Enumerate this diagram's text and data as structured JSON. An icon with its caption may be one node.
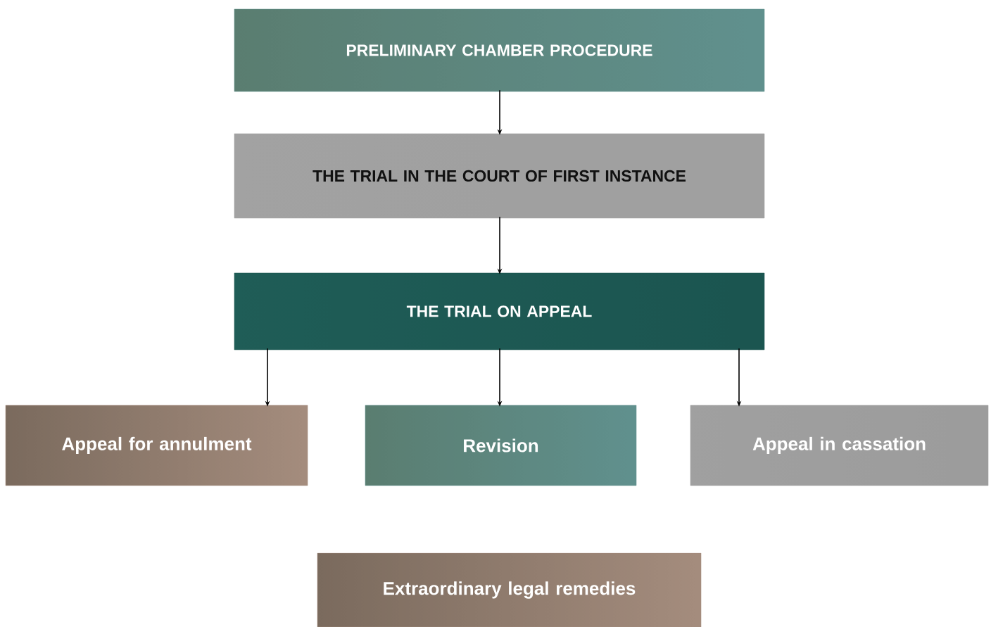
{
  "diagram": {
    "nodes": [
      {
        "text": [
          "PRELIMINARY CHAMBER PROCEDURE"
        ]
      },
      {
        "text": [
          "THE TRIAL IN THE COURT OF FIRST INSTANCE"
        ]
      },
      {
        "text": [
          "THE TRIAL ON APPEAL"
        ]
      },
      {
        "text": [
          "Appeal for annulment"
        ]
      },
      {
        "text": [
          "Revision"
        ]
      },
      {
        "text": [
          "Appeal in cassation"
        ]
      },
      {
        "text": [
          "Extraordinary legal remedies"
        ]
      }
    ],
    "edges": [
      {
        "from": 0,
        "to": 1,
        "arrow": "to"
      },
      {
        "from": 1,
        "to": 2,
        "arrow": "to"
      },
      {
        "from": 2,
        "to": 3,
        "arrow": "to"
      },
      {
        "from": 2,
        "to": 4,
        "arrow": "to"
      },
      {
        "from": 2,
        "to": 5,
        "arrow": "to"
      }
    ]
  }
}
